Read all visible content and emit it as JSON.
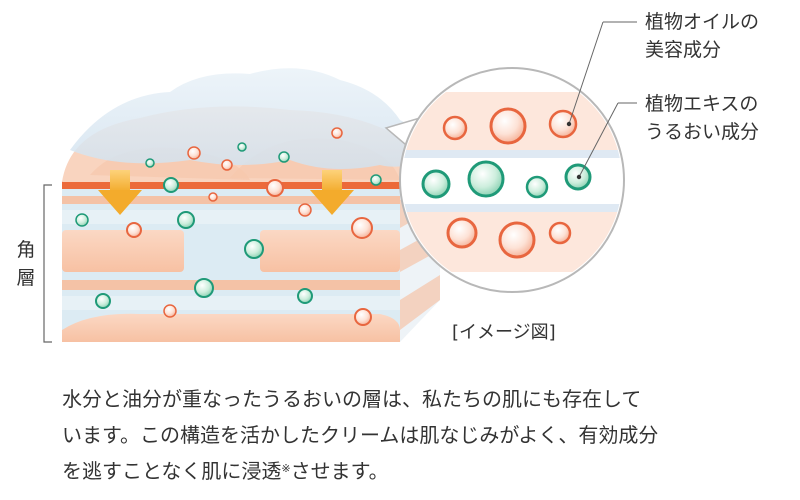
{
  "labels": {
    "stratum_corneum": [
      "角",
      "層"
    ],
    "plant_oil": [
      "植物オイルの",
      "美容成分"
    ],
    "plant_extract": [
      "植物エキスの",
      "うるおい成分"
    ],
    "caption": "[イメージ図]"
  },
  "body": {
    "line1": "水分と油分が重なったうるおいの層は、私たちの肌にも存在して",
    "line2": "います。この構造を活かしたクリームは肌なじみがよく、有効成分",
    "line3_before": "を逃すことなく肌に浸透",
    "line3_mark": "※",
    "line3_after": "させます。"
  },
  "colors": {
    "oil_ring": "#e8663f",
    "extract_ring": "#1f9a78",
    "skin": "#f8c9ad",
    "moisture_band": "#dcebf3",
    "top_red_line": "#ec6a3a",
    "arrow": "#f5b437"
  }
}
